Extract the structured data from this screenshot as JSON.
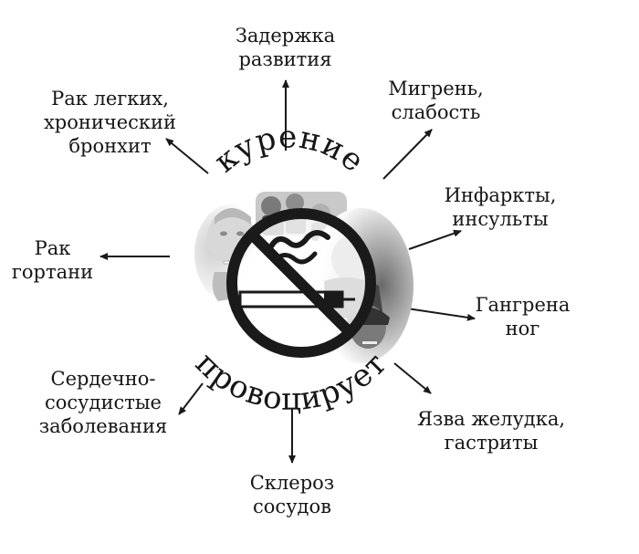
{
  "center": {
    "top_word": "курение",
    "bottom_word": "провоцирует"
  },
  "effects": [
    {
      "id": "delay",
      "lines": [
        "Задержка",
        "развития"
      ]
    },
    {
      "id": "migraine",
      "lines": [
        "Мигрень,",
        "слабость"
      ]
    },
    {
      "id": "infarct",
      "lines": [
        "Инфаркты,",
        "инсульты"
      ]
    },
    {
      "id": "gangrene",
      "lines": [
        "Гангрена",
        "ног"
      ]
    },
    {
      "id": "ulcer",
      "lines": [
        "Язва желудка,",
        "гастриты"
      ]
    },
    {
      "id": "sclerosis",
      "lines": [
        "Склероз",
        "сосудов"
      ]
    },
    {
      "id": "cardio",
      "lines": [
        "Сердечно-",
        "сосудистые",
        "заболевания"
      ]
    },
    {
      "id": "larynx",
      "lines": [
        "Рак",
        "гортани"
      ]
    },
    {
      "id": "lung",
      "lines": [
        "Рак легких,",
        "хронический",
        "бронхит"
      ]
    }
  ],
  "colors": {
    "ink": "#161616",
    "sign": "#1a1a1a",
    "photo_light": "#e4e4e4",
    "photo_dark": "#555555"
  }
}
